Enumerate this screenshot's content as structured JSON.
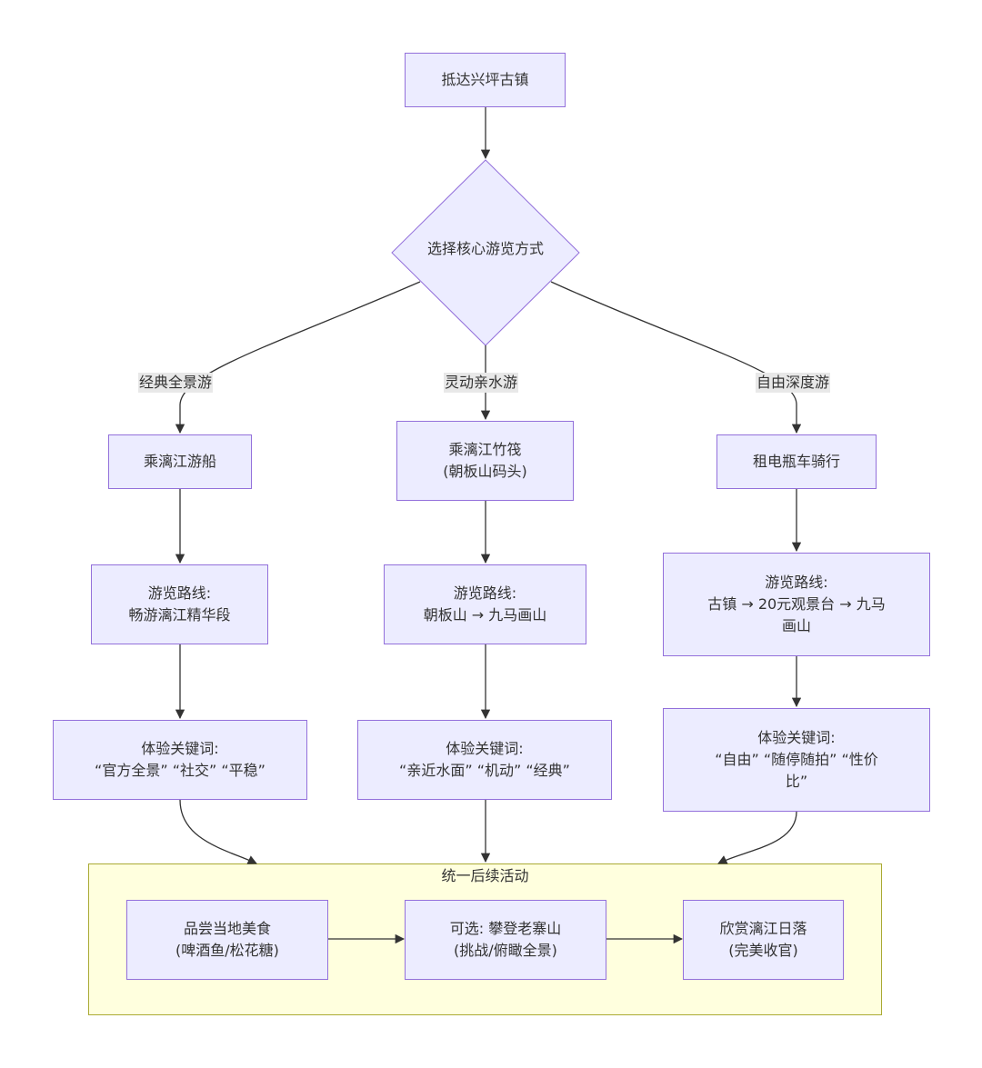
{
  "start": "抵达兴坪古镇",
  "decision": "选择核心游览方式",
  "branches": [
    {
      "label": "经典全景游",
      "nodes": [
        [
          "乘漓江游船"
        ],
        [
          "游览路线:",
          "畅游漓江精华段"
        ],
        [
          "体验关键词:",
          "“官方全景” “社交” “平稳”"
        ]
      ]
    },
    {
      "label": "灵动亲水游",
      "nodes": [
        [
          "乘漓江竹筏",
          "(朝板山码头)"
        ],
        [
          "游览路线:",
          "朝板山 → 九马画山"
        ],
        [
          "体验关键词:",
          "“亲近水面” “机动” “经典”"
        ]
      ]
    },
    {
      "label": "自由深度游",
      "nodes": [
        [
          "租电瓶车骑行"
        ],
        [
          "游览路线:",
          "古镇 → 20元观景台 → 九马",
          "画山"
        ],
        [
          "体验关键词:",
          "“自由” “随停随拍” “性价",
          "比”"
        ]
      ]
    }
  ],
  "cluster": {
    "title": "统一后续活动",
    "nodes": [
      [
        "品尝当地美食",
        "(啤酒鱼/松花糖)"
      ],
      [
        "可选: 攀登老寨山",
        "(挑战/俯瞰全景)"
      ],
      [
        "欣赏漓江日落",
        "(完美收官)"
      ]
    ]
  },
  "colors": {
    "node_fill": "#ECECFF",
    "node_border": "#9370DB",
    "cluster_fill": "#ffffde",
    "cluster_border": "#aaaa33",
    "edge": "#333333",
    "edge_label_bg": "#e8e8e8"
  }
}
